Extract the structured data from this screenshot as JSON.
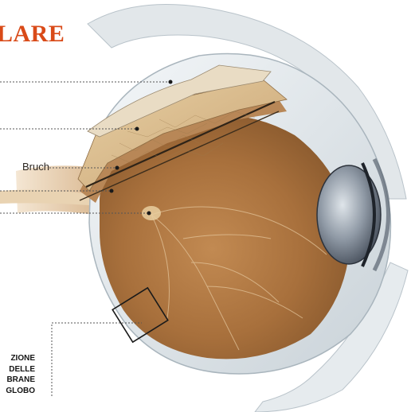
{
  "title": "LARE",
  "labels": {
    "bruch": "Bruch"
  },
  "note_lines": [
    "ZIONE",
    "DELLE",
    "BRANE",
    "GLOBO"
  ],
  "colors": {
    "title": "#d94a18",
    "sclera": "#e9eef1",
    "choroid_layer": "#d9b98a",
    "fundus": "#b07a45",
    "lens": "#8e98a4",
    "leader_line": "#555555"
  }
}
